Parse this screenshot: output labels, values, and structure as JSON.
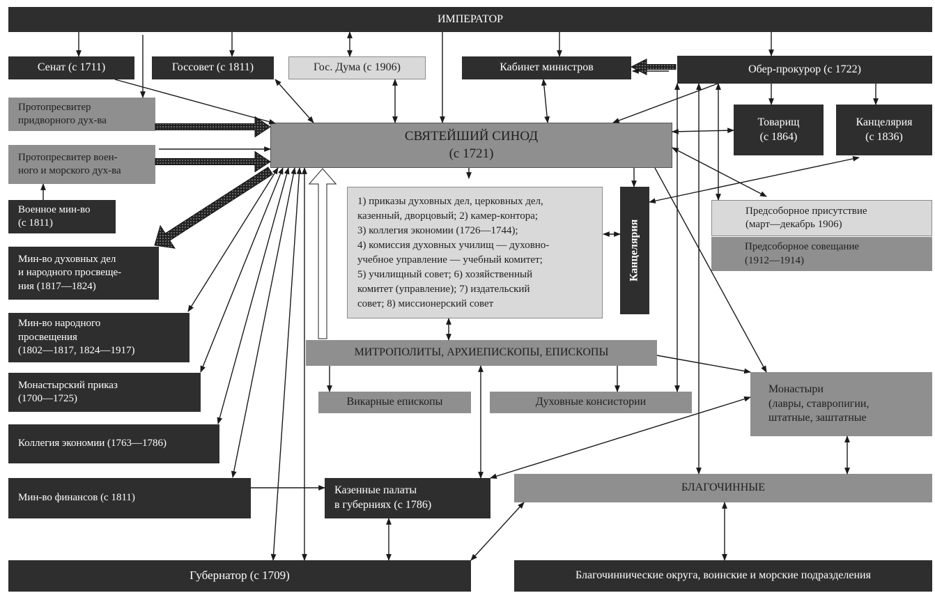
{
  "boxes": {
    "emperor": "ИМПЕРАТОР",
    "senate": "Сенат (с 1711)",
    "gossovet": "Госсовет (с 1811)",
    "gosduma": "Гос. Дума (с 1906)",
    "cabinet": "Кабинет министров",
    "ober": "Обер-прокурор (с 1722)",
    "tovarisch": "Товарищ\n(с 1864)",
    "kanc1836": "Канцелярия\n(с 1836)",
    "protopresviter_court": "Протопресвитер\nпридворного дух-ва",
    "protopresviter_army": "Протопресвитер воен-\nного и морского дух-ва",
    "military_ministry": "Военное мин-во\n(с 1811)",
    "synod": "СВЯТЕЙШИЙ СИНОД\n(с 1721)",
    "synod_bodies": "1) приказы духовных дел, церковных дел,\nказенный, дворцовый; 2) камер-контора;\n3) коллегия экономии (1726—1744);\n4) комиссия духовных училищ — духовно-\nучебное управление — учебный комитет;\n5) училищный совет; 6) хозяйственный\nкомитет (управление); 7) издательский\nсовет; 8) миссионерский совет",
    "kanc_synod": "Канцелярия",
    "presobor_1906": "Предсоборное присутствие\n(март—декабрь 1906)",
    "presobor_1912": "Предсоборное совещание\n(1912—1914)",
    "min_spiritual": "Мин-во духовных дел\nи народного просвеще-\nния (1817—1824)",
    "min_education": "Мин-во народного\nпросвещения\n(1802—1817, 1824—1917)",
    "monastic_prikaz": "Монастырский приказ\n(1700—1725)",
    "collegium_economy": "Коллегия экономии (1763—1786)",
    "min_finance": "Мин-во финансов (с 1811)",
    "metropolitans": "МИТРОПОЛИТЫ, АРХИЕПИСКОПЫ, ЕПИСКОПЫ",
    "vicar_bishops": "Викарные епископы",
    "consistories": "Духовные консистории",
    "monasteries": "Монастыри\n(лавры, ставропигии,\nштатные, заштатные",
    "treasury": "Казенные палаты\nв губерниях (с 1786)",
    "blagochinnye": "БЛАГОЧИННЫЕ",
    "governor": "Губернатор (с 1709)",
    "districts": "Благочиннические округа, воинские и морские подразделения"
  },
  "colors": {
    "dark": "#2e2e2e",
    "mid": "#8f8f8f",
    "light": "#d9d9d9",
    "line": "#1a1a1a"
  }
}
